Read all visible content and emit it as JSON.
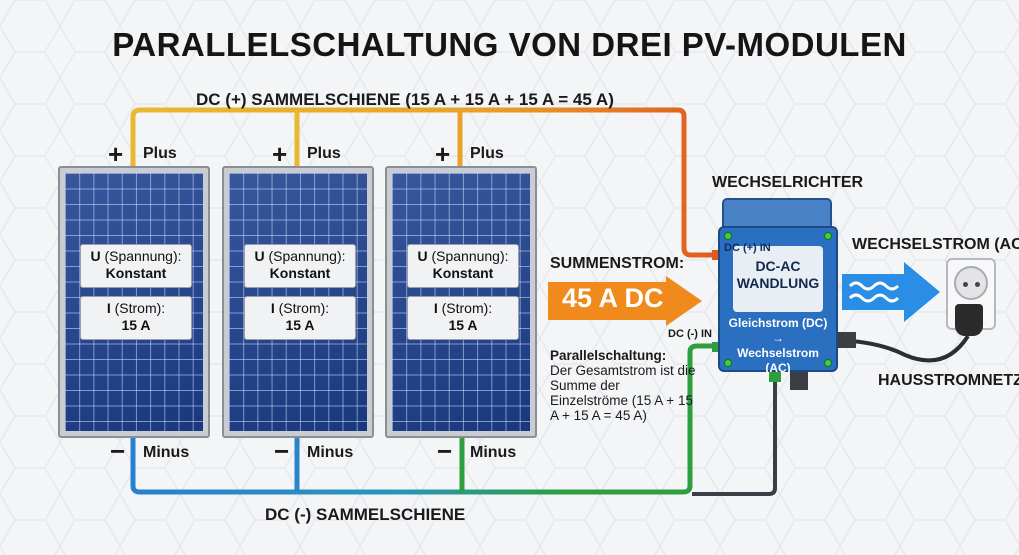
{
  "title": "PARALLELSCHALTUNG VON DREI PV-MODULEN",
  "bus_plus_label": "DC (+) SAMMELSCHIENE (15 A + 15 A + 15 A = 45 A)",
  "bus_minus_label": "DC (-) SAMMELSCHIENE",
  "panels": [
    {
      "plus_sign": "+",
      "plus_label": "Plus",
      "minus_sign": "−",
      "minus_label": "Minus",
      "u_label": "U",
      "u_desc": "(Spannung):",
      "u_value": "Konstant",
      "i_label": "I",
      "i_desc": "(Strom):",
      "i_value": "15 A"
    },
    {
      "plus_sign": "+",
      "plus_label": "Plus",
      "minus_sign": "−",
      "minus_label": "Minus",
      "u_label": "U",
      "u_desc": "(Spannung):",
      "u_value": "Konstant",
      "i_label": "I",
      "i_desc": "(Strom):",
      "i_value": "15 A"
    },
    {
      "plus_sign": "+",
      "plus_label": "Plus",
      "minus_sign": "−",
      "minus_label": "Minus",
      "u_label": "U",
      "u_desc": "(Spannung):",
      "u_value": "Konstant",
      "i_label": "I",
      "i_desc": "(Strom):",
      "i_value": "15 A"
    }
  ],
  "summenstrom_label": "SUMMENSTROM:",
  "summenstrom_value": "45 A DC",
  "parallel_note": {
    "heading": "Parallelschaltung:",
    "body": "Der Gesamtstrom ist die Summe der Einzelströme (15 A + 15 A + 15 A = 45 A)"
  },
  "inverter": {
    "label": "WECHSELRICHTER",
    "dc_plus_in": "DC (+) IN",
    "dc_minus_in": "DC (-) IN",
    "function_line1": "DC-AC",
    "function_line2": "WANDLUNG",
    "conversion_from": "Gleichstrom (DC)",
    "conversion_arrow": "→",
    "conversion_to": "Wechselstrom (AC)"
  },
  "ac_label": "WECHSELSTROM (AC)",
  "grid_label": "HAUSSTROMNETZ",
  "icons": [
    "solar-panel-icon",
    "inverter-icon",
    "ac-wave-icon",
    "power-outlet-icon",
    "plug-icon"
  ],
  "colors": {
    "plus_wire": "#e8b92e",
    "plus_wire_end": "#e05a1e",
    "minus_wire_blue": "#2a7fd0",
    "minus_wire_green": "#2e9e3e",
    "minus_wire_dark": "#3a3f45",
    "summen_arrow": "#f08a1c",
    "ac_arrow": "#2a8ee6",
    "panel_cells": "#1d3f8f",
    "inverter": "#2a6fc0"
  }
}
